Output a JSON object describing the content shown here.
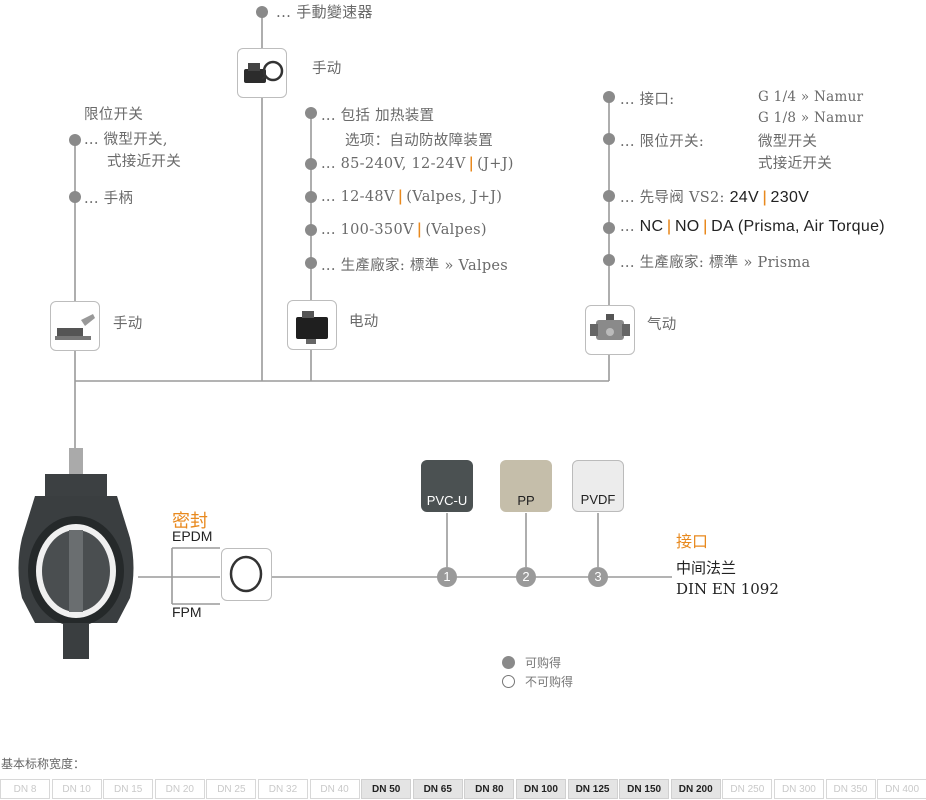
{
  "top": {
    "gearbox": "... 手動變速器",
    "manual": "手动"
  },
  "left": {
    "title": "限位开关",
    "switch_line1": "... 微型开关,",
    "switch_line2": "式接近开关",
    "handle": "... 手柄",
    "manual": "手动"
  },
  "electric": {
    "include1": "... 包括 加热装置",
    "include2": "选项：自动防故障装置",
    "v1": "... 85-240V, 12-24V",
    "v1b": "(J+J)",
    "v2": "... 12-48V",
    "v2b": "(Valpes, J+J)",
    "v3": "... 100-350V",
    "v3b": "(Valpes)",
    "maker": "... 生產廠家: 標準 » Valpes",
    "label": "电动"
  },
  "pneumatic": {
    "iface": "... 接口:",
    "iface_v1": "G 1/4 » Namur",
    "iface_v2": "G 1/8 » Namur",
    "limit": "... 限位开关:",
    "limit_v1": "微型开关",
    "limit_v2": "式接近开关",
    "pilot": "... 先导阀 VS2:",
    "pilot_a": "24V",
    "pilot_b": "230V",
    "nc_prefix": "...",
    "nc": "NC",
    "no": "NO",
    "da": "DA (Prisma, Air Torque)",
    "maker": "... 生產廠家: 標準 » Prisma",
    "label": "气动"
  },
  "seal": {
    "title": "密封",
    "epdm": "EPDM",
    "fpm": "FPM"
  },
  "materials": [
    {
      "label": "PVC-U",
      "color": "#4b5152",
      "text_color": "#ffffff"
    },
    {
      "label": "PP",
      "color": "#c5beaa",
      "text_color": "#222222"
    },
    {
      "label": "PVDF",
      "color": "#ececec",
      "text_color": "#222222"
    }
  ],
  "numbers": [
    "1",
    "2",
    "3"
  ],
  "connection": {
    "title": "接口",
    "line1": "中间法兰",
    "line2": "DIN EN 1092"
  },
  "legend": {
    "available": "可购得",
    "unavailable": "不可购得"
  },
  "dn": {
    "title": "基本标称宽度：",
    "sizes": [
      {
        "label": "DN 8",
        "active": false
      },
      {
        "label": "DN 10",
        "active": false
      },
      {
        "label": "DN 15",
        "active": false
      },
      {
        "label": "DN 20",
        "active": false
      },
      {
        "label": "DN 25",
        "active": false
      },
      {
        "label": "DN 32",
        "active": false
      },
      {
        "label": "DN 40",
        "active": false
      },
      {
        "label": "DN 50",
        "active": true
      },
      {
        "label": "DN 65",
        "active": true
      },
      {
        "label": "DN 80",
        "active": true
      },
      {
        "label": "DN 100",
        "active": true
      },
      {
        "label": "DN 125",
        "active": true
      },
      {
        "label": "DN 150",
        "active": true
      },
      {
        "label": "DN 200",
        "active": true
      },
      {
        "label": "DN 250",
        "active": false
      },
      {
        "label": "DN 300",
        "active": false
      },
      {
        "label": "DN 350",
        "active": false
      },
      {
        "label": "DN 400",
        "active": false
      }
    ]
  },
  "colors": {
    "line": "#9a9a9a",
    "accent": "#e8891e",
    "valve": "#3a3e40"
  }
}
